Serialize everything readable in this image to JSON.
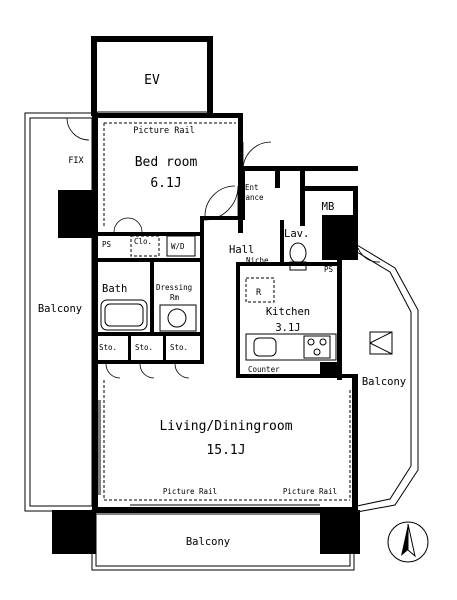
{
  "rooms": {
    "ev": "EV",
    "bedroom_name": "Bed room",
    "bedroom_size": "6.1J",
    "picture_rail_bed": "Picture Rail",
    "fix": "FIX",
    "entrance_a": "Ent",
    "entrance_b": "rance",
    "mb": "MB",
    "ps_left": "PS",
    "clo": "Clo.",
    "wd": "W/D",
    "hall": "Hall",
    "niche": "Niche",
    "lav": "Lav.",
    "ps_lav": "PS",
    "bath": "Bath",
    "dressing_a": "Dressing",
    "dressing_b": "Rm",
    "r": "R",
    "kitchen_name": "Kitchen",
    "kitchen_size": "3.1J",
    "sto1": "Sto.",
    "sto2": "Sto.",
    "sto3": "Sto.",
    "counter": "Counter",
    "ps_kitchen": "PS",
    "living_name": "Living/Diningroom",
    "living_size": "15.1J",
    "picture_rail_1": "Picture Rail",
    "picture_rail_2": "Picture Rail",
    "balcony_left": "Balcony",
    "balcony_right": "Balcony",
    "balcony_bottom": "Balcony"
  },
  "colors": {
    "wall": "#000000",
    "background": "#ffffff"
  },
  "icons": {
    "compass": "north-arrow-icon"
  }
}
